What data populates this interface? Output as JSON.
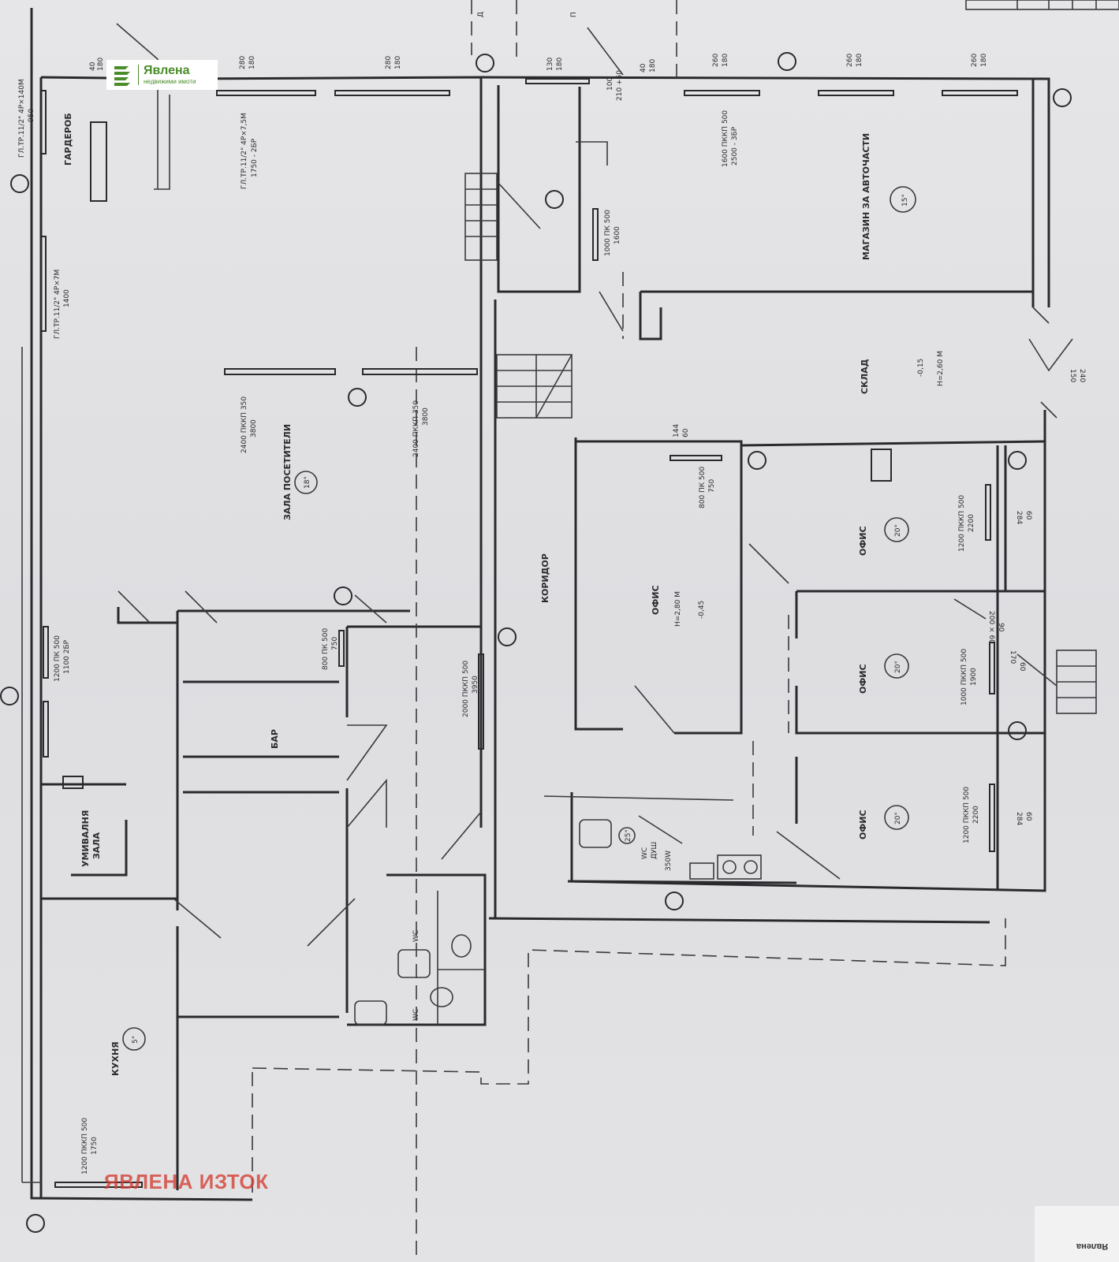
{
  "logo": {
    "name": "Явлена",
    "sub": "недвижими имоти"
  },
  "watermark": "ЯВЛЕНА ИЗТОК",
  "corner_label": "Явлена",
  "rooms": {
    "garderob": "ГАРДЕРОБ",
    "hall": "ЗАЛА ПОСЕТИТЕЛИ",
    "bar": "БАР",
    "washroom_1": "УМИВАЛНЯ",
    "washroom_2": "ЗАЛА",
    "kitchen": "КУХНЯ",
    "corridor": "КОРИДОР",
    "office_center": "ОФИС",
    "office_center_h": "H=2,80 М",
    "office_center_lvl": "-0,45",
    "office_1": "ОФИС",
    "office_2": "ОФИС",
    "office_3": "ОФИС",
    "shop": "МАГАЗИН ЗА АВТОЧАСТИ",
    "store": "СКЛАД",
    "store_lvl": "-0,15",
    "store_h": "H=2,60 М",
    "wc_1": "WC",
    "wc_2": "WC",
    "shower": "ДУШ",
    "shower_heater": "WC",
    "boiler": "350W"
  },
  "temps": {
    "hall": "18°",
    "kitchen": "5°",
    "office_1": "20°",
    "office_2": "20°",
    "office_3": "20°",
    "shop": "15°",
    "wc": "25°"
  },
  "annotations": {
    "pipe_left_top": "ГЛ.ТР.11/2\" 4Р×140М",
    "pipe_left_top_len": "950",
    "pipe_left_mid": "ГЛ.ТР.11/2\" 4Р×7М",
    "pipe_left_mid_len": "1400",
    "pipe_hall": "ГЛ.ТР.11/2\" 4Р×7,5М",
    "pipe_hall_len": "1750 - 2БР",
    "rad_hall_1": "2400 ПККП 350",
    "rad_hall_1_len": "3800",
    "rad_hall_2": "2400 ПККП 350",
    "rad_hall_2_len": "3800",
    "rad_stair": "1000 ПК 500",
    "rad_stair_len": "1600",
    "rad_shop": "1600 ПККП 500",
    "rad_shop_len": "2500 - 3БР",
    "rad_office_c": "800 ПК 500",
    "rad_office_c_len": "750",
    "rad_office_1": "1200 ПККП 500",
    "rad_office_1_len": "2200",
    "rad_office_2": "1000 ПККП 500",
    "rad_office_2_len": "1900",
    "rad_office_3": "1200 ПККП 500",
    "rad_office_3_len": "2200",
    "rad_bar_1": "800 ПК 500",
    "rad_bar_1_len": "750",
    "rad_bar_2": "2000 ПККП 500",
    "rad_bar_2_len": "3950",
    "rad_wash": "1200 ПК 500",
    "rad_wash_len": "1100 2БР",
    "rad_kitchen": "1200 ПККП 500",
    "rad_kitchen_len": "1750",
    "win_1": "280",
    "win_1b": "180",
    "win_2": "280",
    "win_2b": "180",
    "win_3": "130",
    "win_3b": "180",
    "win_4": "260",
    "win_4b": "180",
    "win_5": "260",
    "win_5b": "180",
    "win_6": "260",
    "win_6b": "180",
    "win_l1": "40",
    "win_l1b": "180",
    "win_door": "100",
    "win_door_b": "210 +50",
    "win_d2": "40",
    "win_d2b": "180",
    "win_rc1": "150",
    "win_rc1b": "240",
    "win_rc2": "284",
    "win_rc2b": "60",
    "win_rc3": "200 × 60",
    "win_rc3b": "90",
    "win_rc4": "170",
    "win_rc4b": "60",
    "win_rc5": "284",
    "win_rc5b": "60",
    "win_c1": "144",
    "win_c1b": "60",
    "axis_d": "Д",
    "axis_p": "П"
  },
  "colors": {
    "logo_green": "#4a8c2a",
    "watermark_red": "#d23c32",
    "line": "#2a2a2e"
  }
}
